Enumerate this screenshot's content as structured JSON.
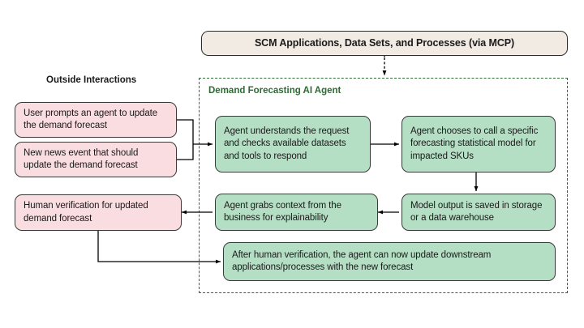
{
  "diagram": {
    "top_box": {
      "label": "SCM Applications, Data Sets, and Processes (via MCP)"
    },
    "outside": {
      "title": "Outside Interactions",
      "nodes": [
        {
          "label": "User prompts an agent to update the demand forecast"
        },
        {
          "label": "New news event that should update the demand forecast"
        },
        {
          "label": "Human verification for updated demand forecast"
        }
      ]
    },
    "agent": {
      "title": "Demand Forecasting AI Agent",
      "nodes": [
        {
          "label": "Agent understands the request and checks available datasets and tools to respond"
        },
        {
          "label": "Agent chooses to call a specific forecasting statistical model for impacted SKUs"
        },
        {
          "label": "Agent grabs context from the business for explainability"
        },
        {
          "label": "Model output is saved in storage or a data warehouse"
        },
        {
          "label": "After human verification, the agent can now update downstream applications/processes with the new forecast"
        }
      ]
    },
    "colors": {
      "pink_fill": "#fadde1",
      "green_fill": "#b5dfc5",
      "beige_fill": "#f2ebe4",
      "boundary_stroke": "#2f6b35",
      "connector_stroke": "#000000"
    }
  }
}
